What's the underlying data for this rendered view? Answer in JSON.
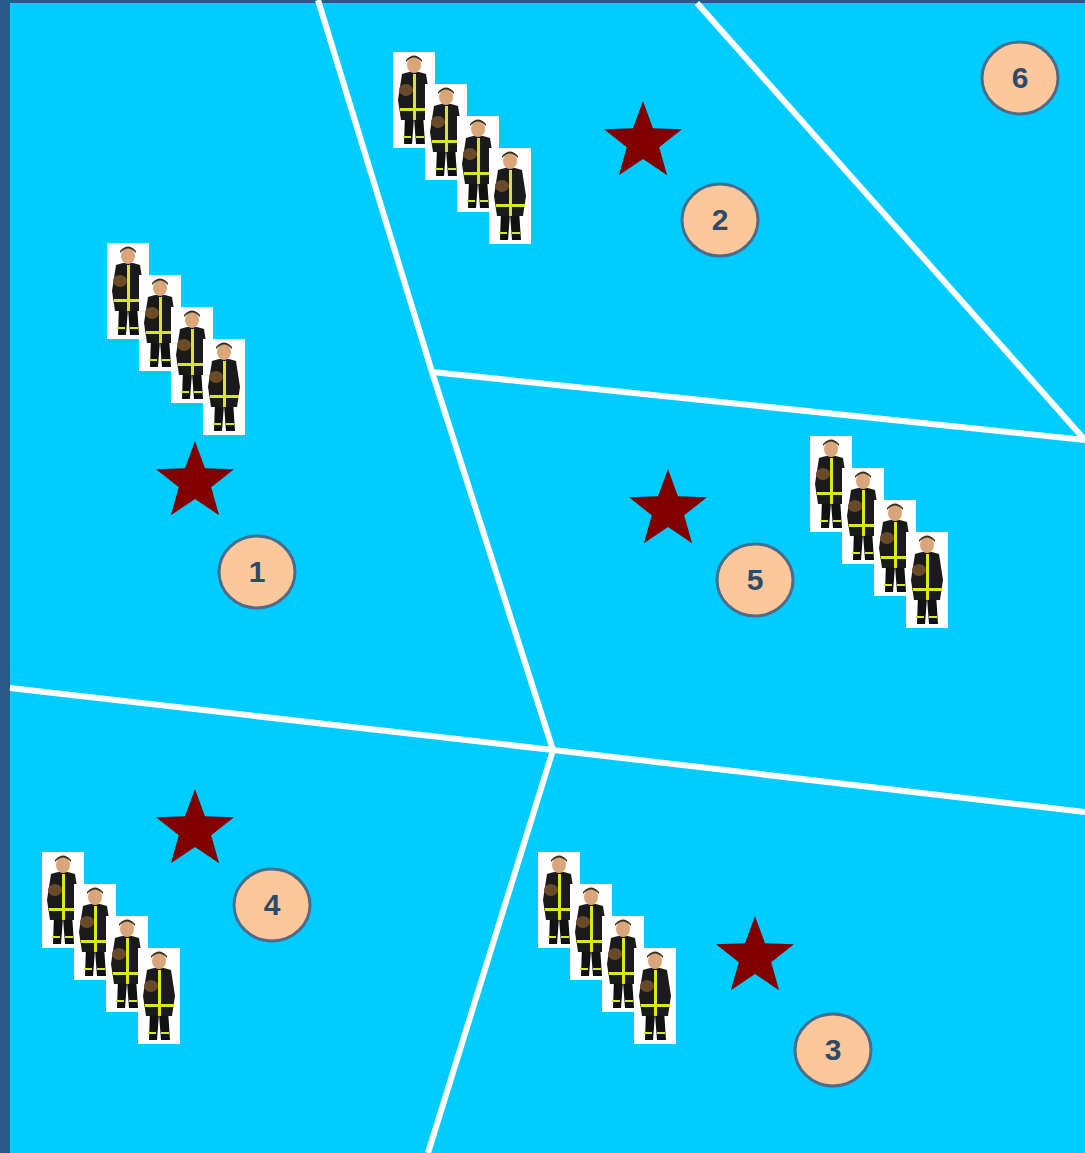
{
  "diagram": {
    "nodes": [
      {
        "text": [
          "6"
        ]
      },
      {
        "text": [
          "2"
        ]
      },
      {
        "text": [
          "1"
        ]
      },
      {
        "text": [
          "5"
        ]
      },
      {
        "text": [
          "4"
        ]
      },
      {
        "text": [
          "3"
        ]
      }
    ]
  }
}
